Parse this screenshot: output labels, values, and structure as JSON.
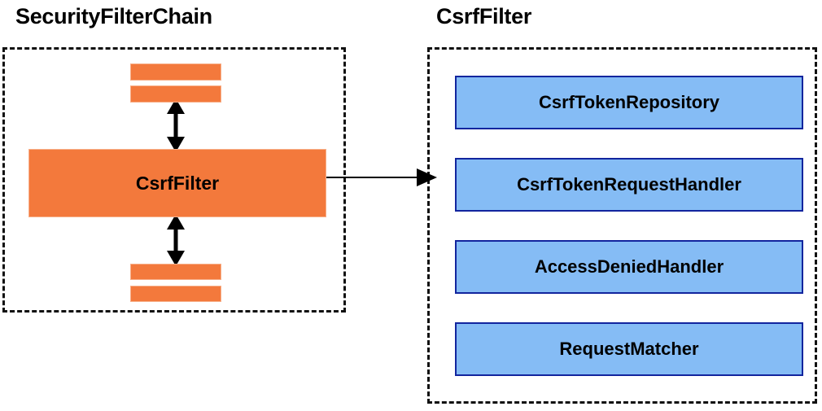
{
  "diagram": {
    "type": "component-relationship-diagram",
    "colors": {
      "orange_fill": "#F3793C",
      "orange_border": "#F7AF89",
      "blue_fill": "#85BCF5",
      "blue_border": "#12259E",
      "shadow_dark": "#9B9B9B",
      "shadow_light": "#E2E2E2",
      "outline_dashed": "#111111",
      "text": "#000000",
      "background": "#FFFFFF"
    },
    "panels": [
      {
        "id": "security-filter-chain",
        "title": "SecurityFilterChain",
        "style": "dashed-group",
        "nodes": [
          {
            "id": "bar-top-1",
            "label": "",
            "kind": "filter-placeholder-bar",
            "color": "orange"
          },
          {
            "id": "bar-top-2",
            "label": "",
            "kind": "filter-placeholder-bar",
            "color": "orange"
          },
          {
            "id": "csrf-filter",
            "label": "CsrfFilter",
            "kind": "filter",
            "color": "orange"
          },
          {
            "id": "bar-bottom-1",
            "label": "",
            "kind": "filter-placeholder-bar",
            "color": "orange"
          },
          {
            "id": "bar-bottom-2",
            "label": "",
            "kind": "filter-placeholder-bar",
            "color": "orange"
          }
        ]
      },
      {
        "id": "csrf-filter-detail",
        "title": "CsrfFilter",
        "style": "dashed-group",
        "nodes": [
          {
            "id": "csrf-token-repository",
            "label": "CsrfTokenRepository",
            "kind": "collaborator",
            "color": "blue"
          },
          {
            "id": "csrf-token-request-handler",
            "label": "CsrfTokenRequestHandler",
            "kind": "collaborator",
            "color": "blue"
          },
          {
            "id": "access-denied-handler",
            "label": "AccessDeniedHandler",
            "kind": "collaborator",
            "color": "blue"
          },
          {
            "id": "request-matcher",
            "label": "RequestMatcher",
            "kind": "collaborator",
            "color": "blue"
          }
        ]
      }
    ],
    "arrows": [
      {
        "id": "arrow-chain-above",
        "kind": "double-headed-vertical",
        "from": "bar-top-2",
        "to": "csrf-filter"
      },
      {
        "id": "arrow-chain-below",
        "kind": "double-headed-vertical",
        "from": "csrf-filter",
        "to": "bar-bottom-1"
      },
      {
        "id": "arrow-expand",
        "kind": "single-headed-horizontal",
        "from": "security-filter-chain",
        "to": "csrf-filter-detail"
      }
    ]
  }
}
